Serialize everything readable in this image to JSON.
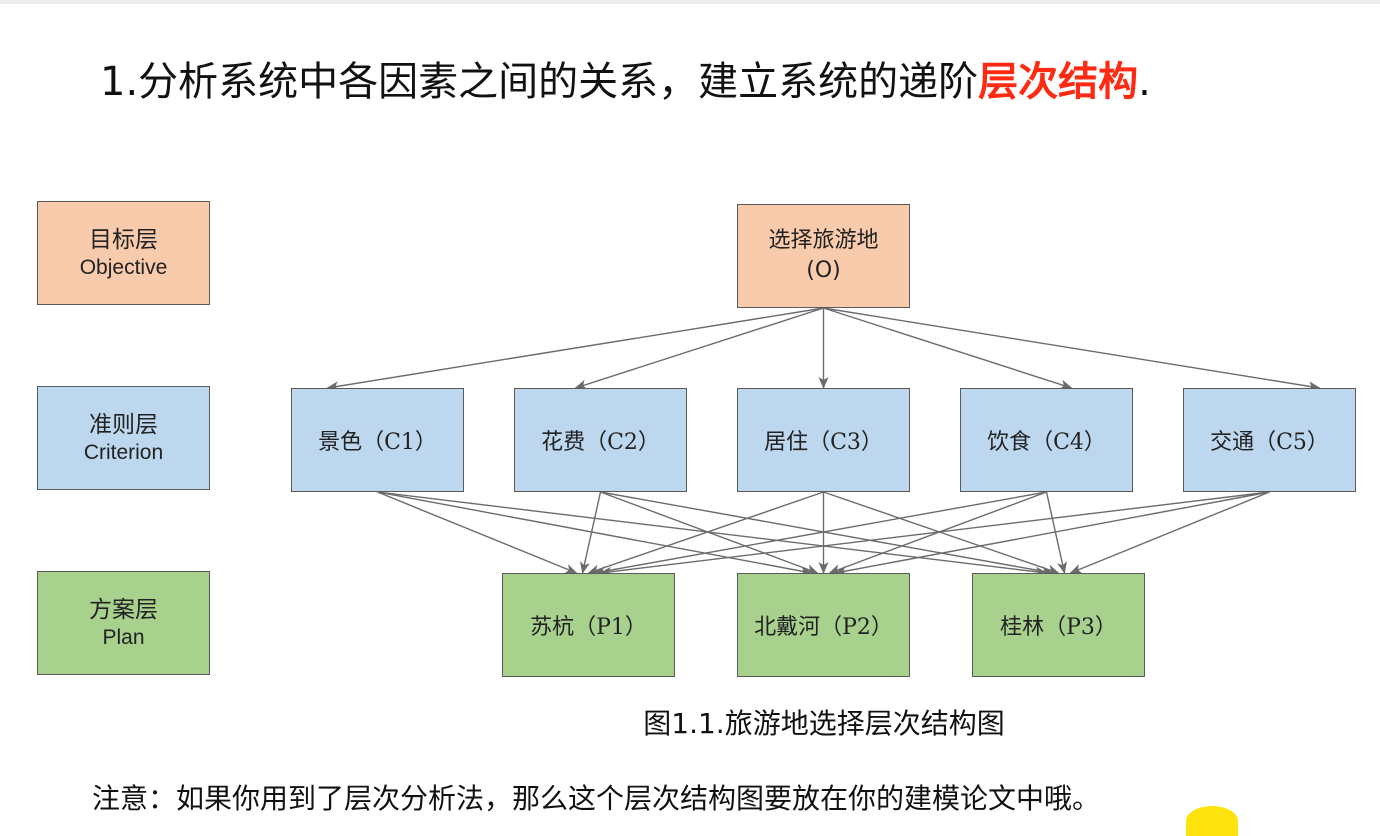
{
  "title": {
    "prefix": "1.分析系统中各因素之间的关系，建立系统的递阶",
    "highlight": "层次结构",
    "suffix": "."
  },
  "layers": [
    {
      "zh": "目标层",
      "en": "Objective"
    },
    {
      "zh": "准则层",
      "en": "Criterion"
    },
    {
      "zh": "方案层",
      "en": "Plan"
    }
  ],
  "goal": {
    "label": "选择旅游地",
    "code": "(O)"
  },
  "criteria": [
    "景色（C1）",
    "花费（C2）",
    "居住（C3）",
    "饮食（C4）",
    "交通（C5）"
  ],
  "plans": [
    "苏杭（P1）",
    "北戴河（P2）",
    "桂林（P3）"
  ],
  "caption": "图1.1.旅游地选择层次结构图",
  "note": "注意：如果你用到了层次分析法，那么这个层次结构图要放在你的建模论文中哦。",
  "colors": {
    "goal": "#f8cbad",
    "criteria": "#bdd7ee",
    "plans": "#a9d18e",
    "highlight": "#ff2a12",
    "edge": "#6b6b6b"
  }
}
